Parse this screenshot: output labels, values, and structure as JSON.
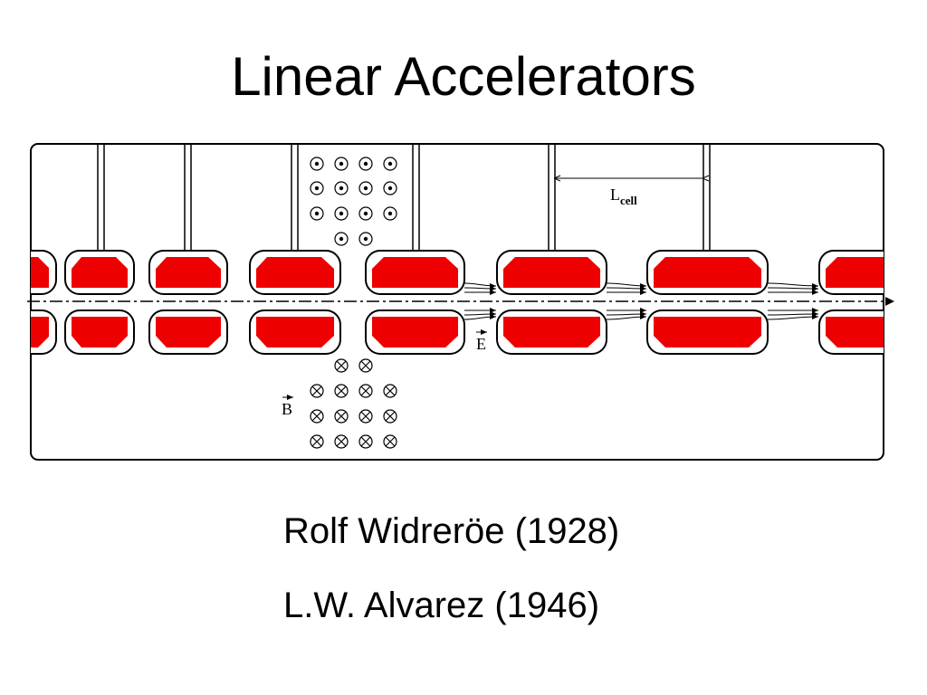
{
  "slide": {
    "title": "Linear Accelerators"
  },
  "diagram": {
    "cell_length_label": "L",
    "cell_length_subscript": "cell",
    "electric_field_label": "E",
    "magnetic_field_label": "B",
    "colors": {
      "drift_tube": "#ee0000",
      "outline": "#000000",
      "background": "#ffffff"
    },
    "icons": {
      "field_out_of_page": "dot-in-circle-icon",
      "field_into_page": "cross-in-circle-icon",
      "field_vector_arrow": "vector-arrow-icon"
    }
  },
  "credits": [
    "Rolf Widreröe (1928)",
    "L.W. Alvarez (1946)"
  ]
}
